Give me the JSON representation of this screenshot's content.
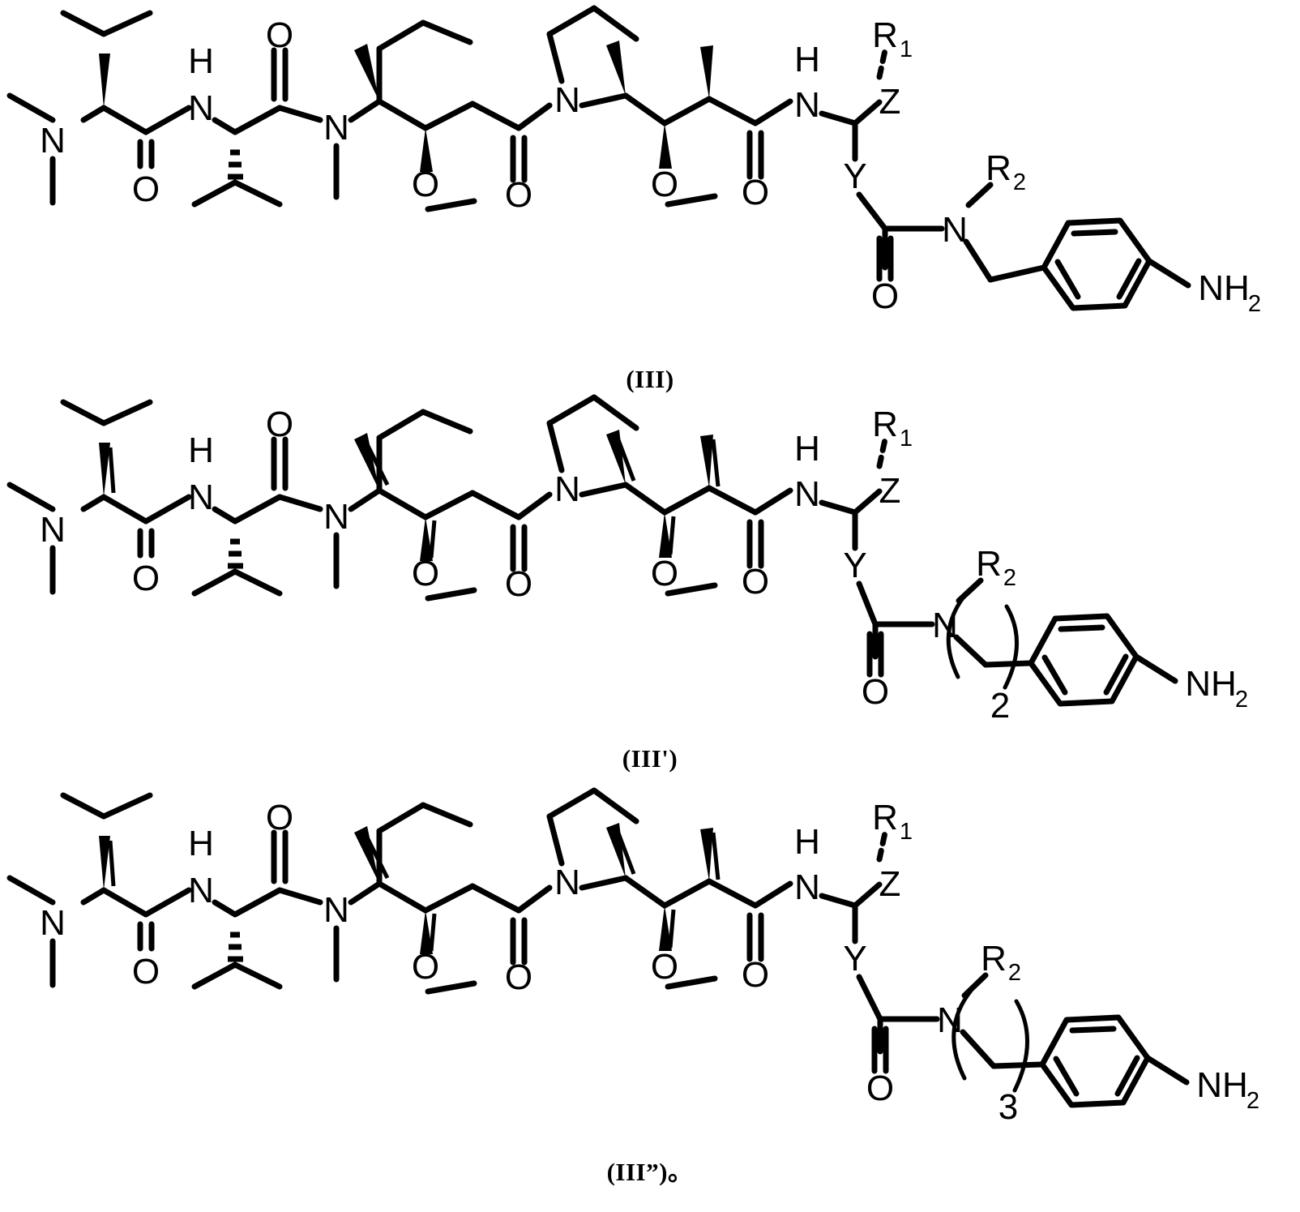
{
  "document": {
    "type": "chemical-structure-figure",
    "background": "#ffffff",
    "ink": "#000000",
    "structure_count": 3
  },
  "formulas": [
    {
      "id": "formula-iii",
      "label": "(III)",
      "linker": "benzyl",
      "repeat_subscript": null,
      "has_repeat_bracket": false,
      "left_residue_bond": "wedge",
      "atom_labels": [
        "N",
        "H",
        "N",
        "O",
        "O",
        "N",
        "N",
        "O",
        "O",
        "O",
        "O",
        "N",
        "H",
        "O",
        "O",
        "N",
        "R1",
        "R2",
        "Z",
        "Y",
        "NH2"
      ],
      "substituents": {
        "R1": "R",
        "R1_sub": "1",
        "R2": "R",
        "R2_sub": "2",
        "Z": "Z",
        "Y": "Y",
        "amine": "NH",
        "amine_sub": "2"
      }
    },
    {
      "id": "formula-iii-prime",
      "label": "(III')",
      "linker": "phenethyl",
      "repeat_subscript": "2",
      "has_repeat_bracket": true,
      "left_residue_bond": "wedge-double",
      "atom_labels": [
        "N",
        "H",
        "N",
        "O",
        "O",
        "N",
        "N",
        "O",
        "O",
        "O",
        "O",
        "N",
        "H",
        "O",
        "O",
        "N",
        "R1",
        "R2",
        "Z",
        "Y",
        "NH2"
      ],
      "substituents": {
        "R1": "R",
        "R1_sub": "1",
        "R2": "R",
        "R2_sub": "2",
        "Z": "Z",
        "Y": "Y",
        "amine": "NH",
        "amine_sub": "2"
      }
    },
    {
      "id": "formula-iii-dprime",
      "label": "(III”)。",
      "linker": "phenylpropyl",
      "repeat_subscript": "3",
      "has_repeat_bracket": true,
      "left_residue_bond": "wedge-double",
      "atom_labels": [
        "N",
        "H",
        "N",
        "O",
        "O",
        "N",
        "N",
        "O",
        "O",
        "O",
        "O",
        "N",
        "H",
        "O",
        "O",
        "N",
        "R1",
        "R2",
        "Z",
        "Y",
        "NH2"
      ],
      "substituents": {
        "R1": "R",
        "R1_sub": "1",
        "R2": "R",
        "R2_sub": "2",
        "Z": "Z",
        "Y": "Y",
        "amine": "NH",
        "amine_sub": "2"
      }
    }
  ],
  "glyphs": {
    "N": "N",
    "H": "H",
    "O": "O",
    "Z": "Z",
    "Y": "Y",
    "R": "R",
    "one": "1",
    "two": "2",
    "three": "3",
    "NH": "NH"
  }
}
